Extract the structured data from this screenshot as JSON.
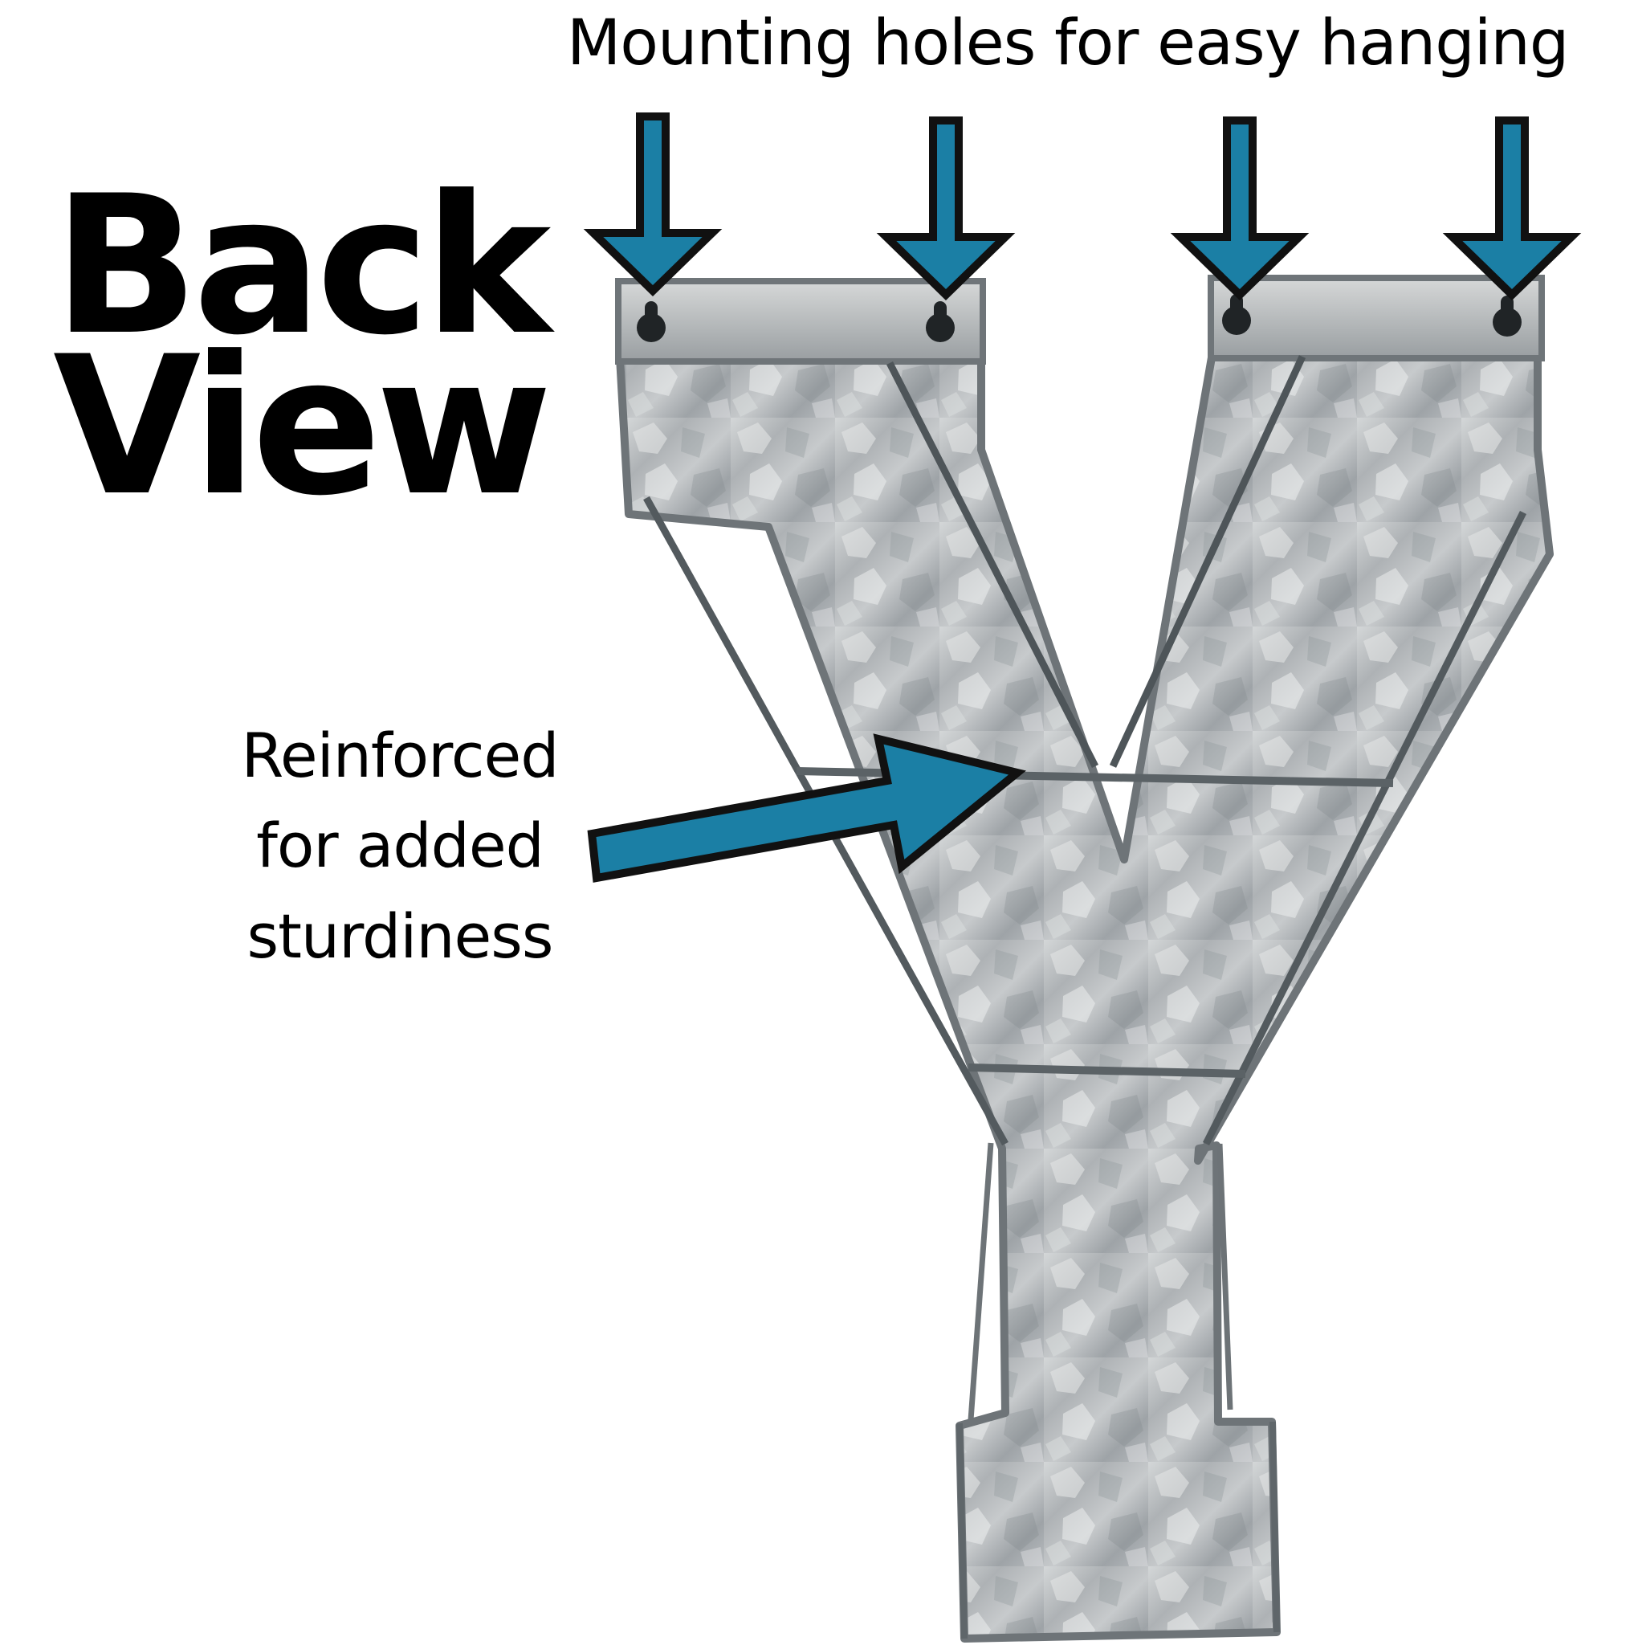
{
  "headline": {
    "line1": "Back",
    "line2": "View"
  },
  "callouts": {
    "mounting": "Mounting holes for easy hanging",
    "reinforced_line1": "Reinforced",
    "reinforced_line2": "for added",
    "reinforced_line3": "sturdiness"
  },
  "colors": {
    "arrow_fill": "#1b7fa5",
    "arrow_stroke": "#111111",
    "metal": "#b3b7ba",
    "text": "#000000"
  },
  "icons": {
    "mounting_arrow": "down-arrow-icon",
    "reinforcement_arrow": "right-arrow-icon"
  }
}
